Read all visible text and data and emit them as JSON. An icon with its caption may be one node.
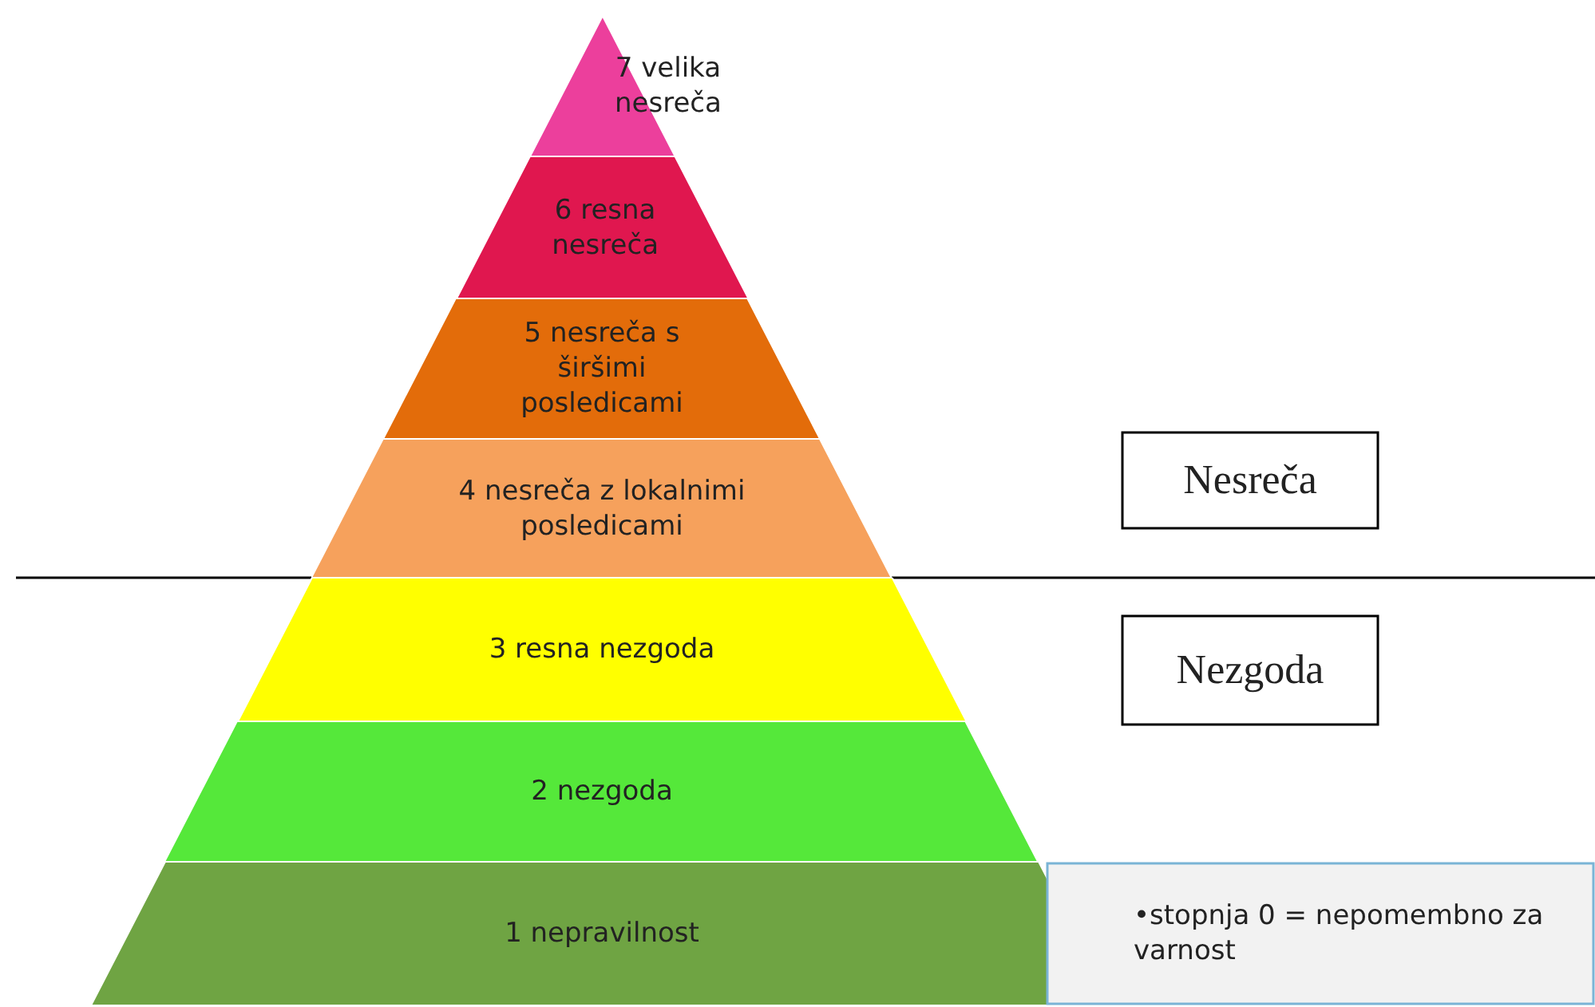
{
  "diagram": {
    "nodes": [
      {
        "text": [
          "7 velika nesreča"
        ]
      },
      {
        "text": [
          "6 resna nesreča"
        ]
      },
      {
        "text": [
          "5 nesreča s širšimi posledicami"
        ]
      },
      {
        "text": [
          "4 nesreča z lokalnimi posledicami"
        ]
      },
      {
        "text": [
          "3 resna nezgoda"
        ]
      },
      {
        "text": [
          "2 nezgoda"
        ]
      },
      {
        "text": [
          "1 nepravilnost"
        ]
      },
      {
        "text": [
          "Nesreča"
        ]
      },
      {
        "text": [
          "Nezgoda"
        ]
      },
      {
        "text": [
          "•stopnja 0 = nepomembno za varnost"
        ]
      }
    ],
    "edges": []
  }
}
